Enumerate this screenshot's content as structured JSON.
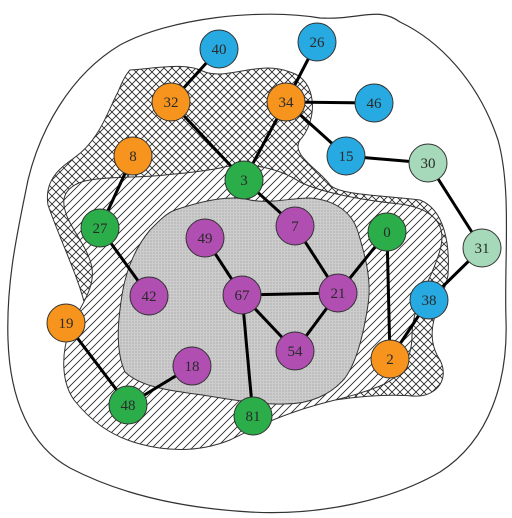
{
  "colors": {
    "orange": "#F7941D",
    "cyan": "#27AAE1",
    "green": "#2BAE4A",
    "purple": "#B04EB2",
    "mint": "#A6D9B9",
    "gray_region": "#C9C9C9"
  },
  "nodes": [
    {
      "id": "40",
      "color": "cyan"
    },
    {
      "id": "26",
      "color": "cyan"
    },
    {
      "id": "32",
      "color": "orange"
    },
    {
      "id": "34",
      "color": "orange"
    },
    {
      "id": "46",
      "color": "cyan"
    },
    {
      "id": "8",
      "color": "orange"
    },
    {
      "id": "15",
      "color": "cyan"
    },
    {
      "id": "30",
      "color": "mint"
    },
    {
      "id": "3",
      "color": "green"
    },
    {
      "id": "27",
      "color": "green"
    },
    {
      "id": "7",
      "color": "purple"
    },
    {
      "id": "0",
      "color": "green"
    },
    {
      "id": "49",
      "color": "purple"
    },
    {
      "id": "31",
      "color": "mint"
    },
    {
      "id": "42",
      "color": "purple"
    },
    {
      "id": "67",
      "color": "purple"
    },
    {
      "id": "21",
      "color": "purple"
    },
    {
      "id": "38",
      "color": "cyan"
    },
    {
      "id": "19",
      "color": "orange"
    },
    {
      "id": "54",
      "color": "purple"
    },
    {
      "id": "18",
      "color": "purple"
    },
    {
      "id": "2",
      "color": "orange"
    },
    {
      "id": "48",
      "color": "green"
    },
    {
      "id": "81",
      "color": "green"
    }
  ],
  "edges": [
    [
      "40",
      "32"
    ],
    [
      "32",
      "3"
    ],
    [
      "26",
      "34"
    ],
    [
      "34",
      "46"
    ],
    [
      "34",
      "3"
    ],
    [
      "34",
      "15"
    ],
    [
      "15",
      "30"
    ],
    [
      "30",
      "31"
    ],
    [
      "31",
      "38"
    ],
    [
      "38",
      "2"
    ],
    [
      "2",
      "0"
    ],
    [
      "0",
      "21"
    ],
    [
      "7",
      "21"
    ],
    [
      "3",
      "7"
    ],
    [
      "8",
      "27"
    ],
    [
      "27",
      "42"
    ],
    [
      "49",
      "67"
    ],
    [
      "67",
      "21"
    ],
    [
      "67",
      "54"
    ],
    [
      "54",
      "21"
    ],
    [
      "67",
      "81"
    ],
    [
      "19",
      "48"
    ],
    [
      "48",
      "18"
    ]
  ]
}
